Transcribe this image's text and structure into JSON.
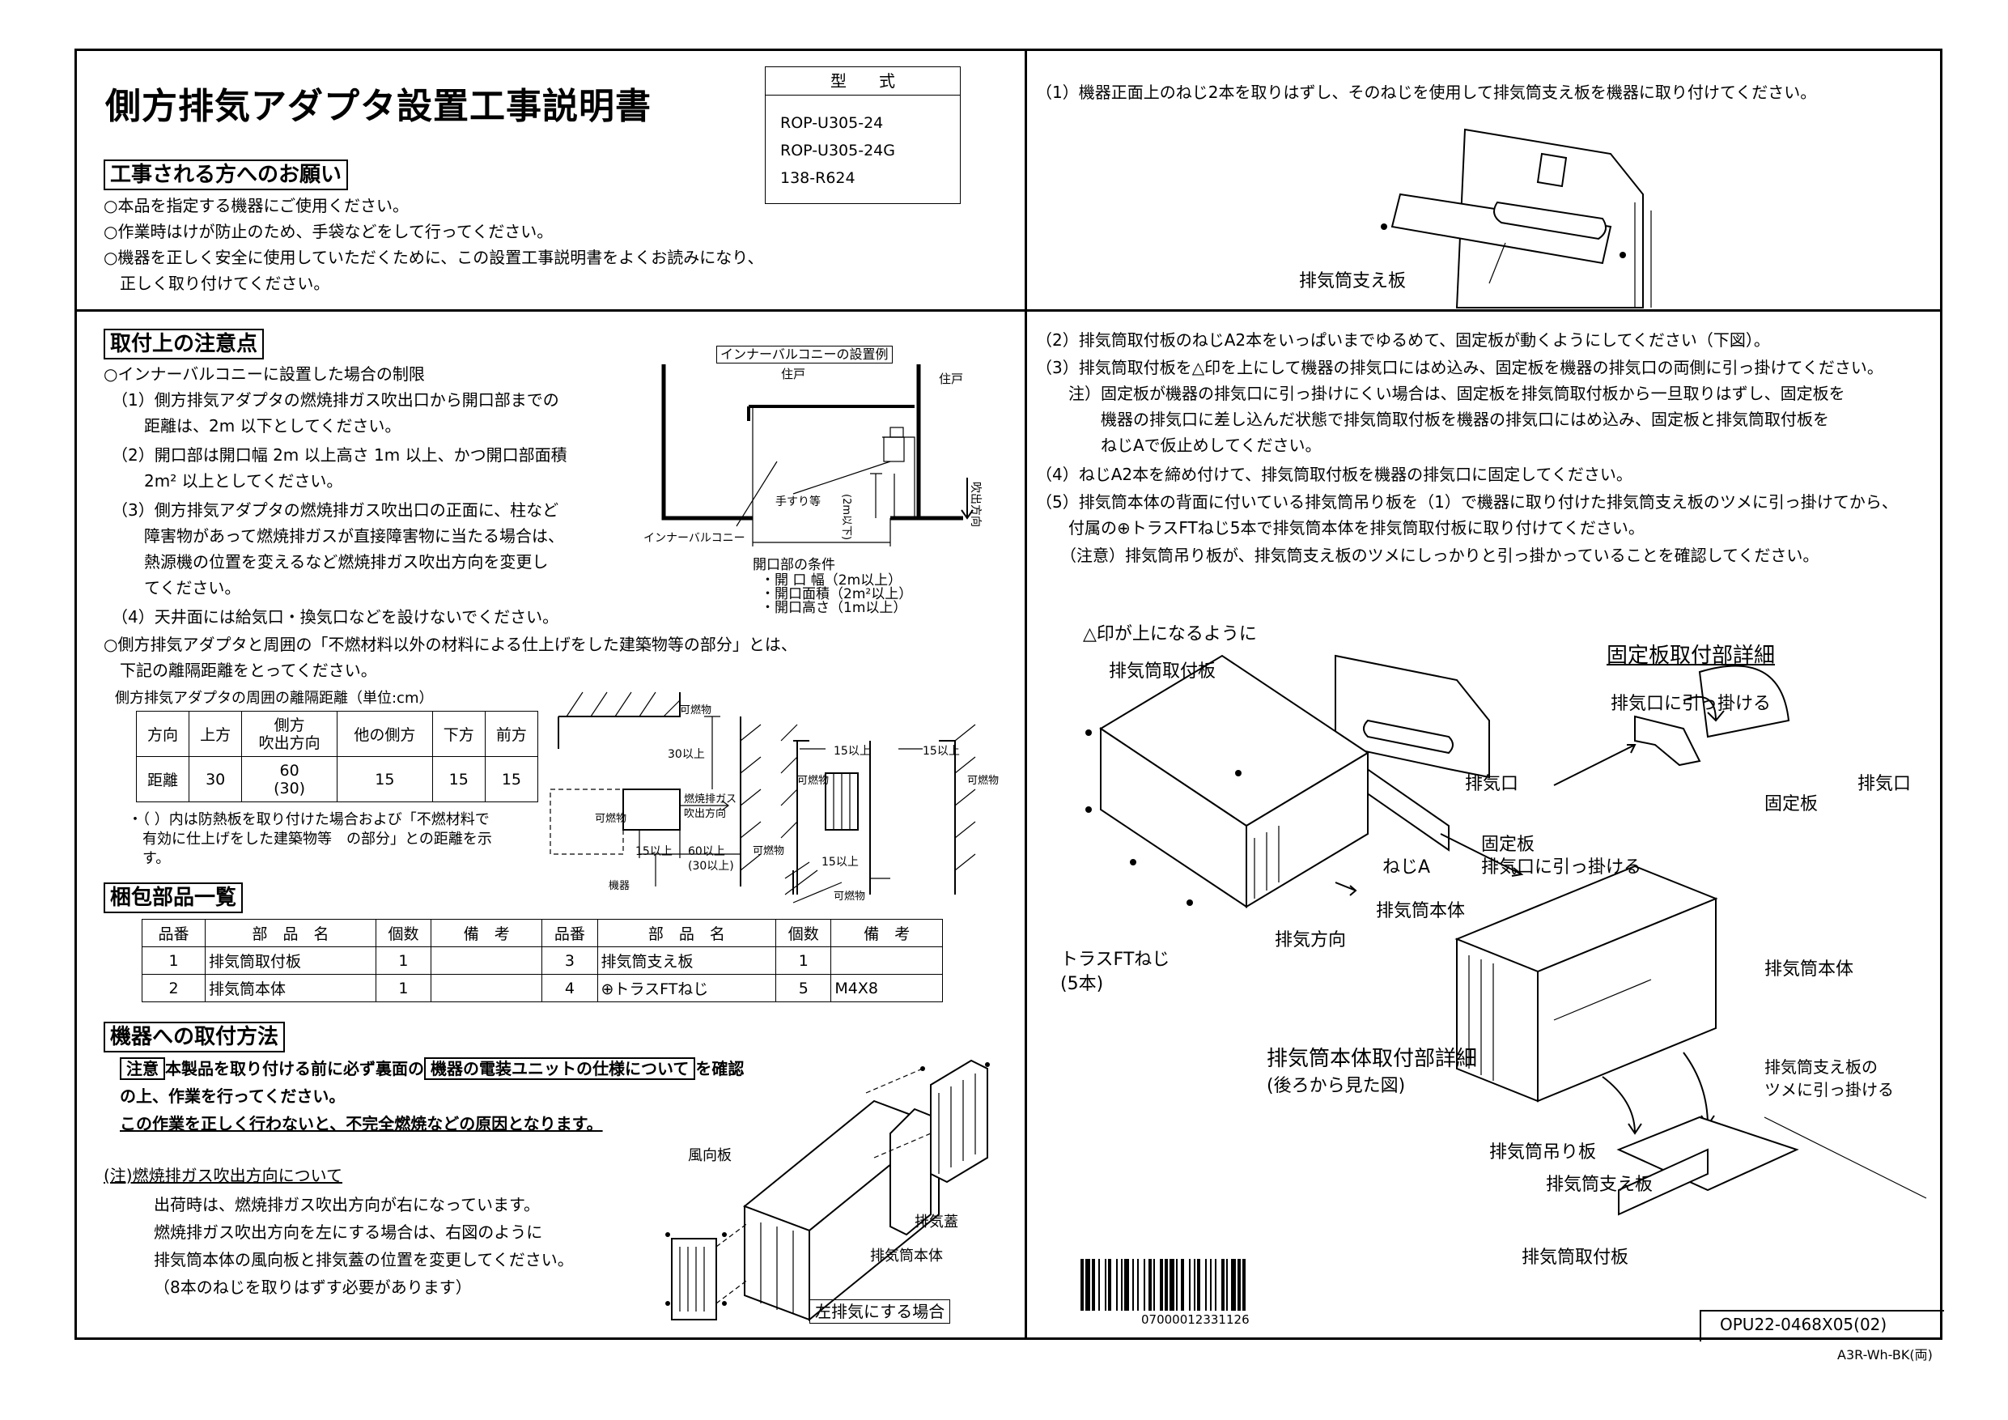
{
  "title": "側方排気アダプタ設置工事説明書",
  "model": {
    "heading": "型　　式",
    "items": [
      "ROP-U305-24",
      "ROP-U305-24G",
      "138-R624"
    ]
  },
  "request": {
    "heading": "工事される方へのお願い",
    "lines": [
      "○本品を指定する機器にご使用ください。",
      "○作業時はけが防止のため、手袋などをして行ってください。",
      "○機器を正しく安全に使用していただくために、この設置工事説明書をよくお読みになり、",
      "　正しく取り付けてください。"
    ]
  },
  "cautions": {
    "heading": "取付上の注意点",
    "lines": [
      "○インナーバルコニーに設置した場合の制限",
      "（1）側方排気アダプタの燃焼排ガス吹出口から開口部までの",
      "　　距離は、2m 以下としてください。",
      "（2）開口部は開口幅 2m 以上高さ 1m 以上、かつ開口部面積",
      "　　2m² 以上としてください。",
      "（3）側方排気アダプタの燃焼排ガス吹出口の正面に、柱など",
      "　　障害物があって燃焼排ガスが直接障害物に当たる場合は、",
      "　　熱源機の位置を変えるなど燃焼排ガス吹出方向を変更し",
      "　　てください。",
      "（4）天井面には給気口・換気口などを設けないでください。",
      "○側方排気アダプタと周囲の「不燃材料以外の材料による仕上げをした建築物等の部分」とは、",
      "　下記の離隔距離をとってください。"
    ],
    "balcony": {
      "title": "インナーバルコニーの設置例",
      "dwelling1": "住戸",
      "dwelling2": "住戸",
      "rail": "手すり等",
      "inner": "インナーバルコニー",
      "height": "(2m以下)",
      "flow": "吹出方向",
      "cond_title": "開口部の条件",
      "cond": [
        "・開 口 幅（2m以上）",
        "・開口面積（2m²以上）",
        "・開口高さ（1m以上）"
      ]
    },
    "clearance": {
      "title": "側方排気アダプタの周囲の離隔距離（単位:cm）",
      "headers": [
        "方向",
        "上方",
        "側方\n吹出方向",
        "他の側方",
        "下方",
        "前方"
      ],
      "row_label": "距離",
      "values": [
        "30",
        "60\n(30)",
        "15",
        "15",
        "15"
      ],
      "note": [
        "・（ ）内は防熱板を取り付けた場合および「不燃材料で",
        "　有効に仕上げをした建築物等　の部分」との距離を示",
        "　す。"
      ]
    },
    "diagram_labels": {
      "combustible": "可燃物",
      "above30": "30以上",
      "exhaust": "燃焼排ガス",
      "flow": "吹出方向",
      "side15": "15以上",
      "front60": "60以上",
      "front30": "(30以上)",
      "device": "機器",
      "s15a": "15以上",
      "s15b": "15以上",
      "s15c": "15以上"
    }
  },
  "parts": {
    "heading": "梱包部品一覧",
    "headers": [
      "品番",
      "部　品　名",
      "個数",
      "備　考",
      "品番",
      "部　品　名",
      "個数",
      "備　考"
    ],
    "rows": [
      [
        "1",
        "排気筒取付板",
        "1",
        "",
        "3",
        "排気筒支え板",
        "1",
        ""
      ],
      [
        "2",
        "排気筒本体",
        "1",
        "",
        "4",
        "⊕トラスFTねじ",
        "5",
        "M4X8"
      ]
    ]
  },
  "install": {
    "heading": "機器への取付方法",
    "caution_tag": "注意",
    "caution_a": "本製品を取り付ける前に必ず裏面の",
    "caution_box": "機器の電装ユニットの仕様について",
    "caution_b": "を確認",
    "caution_c": "の上、作業を行ってください。",
    "warning": "この作業を正しく行わないと、不完全燃焼などの原因となります。",
    "note_title": "(注)燃焼排ガス吹出方向について",
    "note_lines": [
      "出荷時は、燃焼排ガス吹出方向が右になっています。",
      "燃焼排ガス吹出方向を左にする場合は、右図のように",
      "排気筒本体の風向板と排気蓋の位置を変更してください。",
      "（8本のねじを取りはずす必要があります）"
    ],
    "fig_labels": {
      "vane": "風向板",
      "cap": "排気蓋",
      "body": "排気筒本体",
      "caption": "左排気にする場合"
    }
  },
  "steps": {
    "s1": "（1）機器正面上のねじ2本を取りはずし、そのねじを使用して排気筒支え板を機器に取り付けてください。",
    "s1_label": "排気筒支え板",
    "s2": "（2）排気筒取付板のねじA2本をいっぱいまでゆるめて、固定板が動くようにしてください（下図）。",
    "s3": "（3）排気筒取付板を△印を上にして機器の排気口にはめ込み、固定板を機器の排気口の両側に引っ掛けてください。",
    "s3_note": [
      "注）固定板が機器の排気口に引っ掛けにくい場合は、固定板を排気筒取付板から一旦取りはずし、固定板を",
      "　　機器の排気口に差し込んだ状態で排気筒取付板を機器の排気口にはめ込み、固定板と排気筒取付板を",
      "　　ねじAで仮止めしてください。"
    ],
    "s4": "（4）ねじA2本を締め付けて、排気筒取付板を機器の排気口に固定してください。",
    "s5": [
      "（5）排気筒本体の背面に付いている排気筒吊り板を（1）で機器に取り付けた排気筒支え板のツメに引っ掛けてから、",
      "　　付属の⊕トラスFTねじ5本で排気筒本体を排気筒取付板に取り付けてください。",
      "　（注意）排気筒吊り板が、排気筒支え板のツメにしっかりと引っ掛かっていることを確認してください。"
    ]
  },
  "right_fig": {
    "triangle": "△印が上になるように",
    "mount_plate": "排気筒取付板",
    "detail_title": "固定板取付部詳細",
    "hook_to_outlet": "排気口に引っ掛ける",
    "outlet1": "排気口",
    "fixed_plate1": "固定板",
    "outlet2": "排気口",
    "fixed_plate2": "固定板",
    "hook_outlet2": "排気口に引っ掛ける",
    "screw_a": "ねじA",
    "body": "排気筒本体",
    "truss": "トラスFTねじ",
    "truss_count": "(5本)",
    "direction": "排気方向",
    "body2": "排気筒本体",
    "detail2_title": "排気筒本体取付部詳細",
    "detail2_sub": "(後ろから見た図)",
    "hook_claw": "排気筒支え板の\nツメに引っ掛ける",
    "hanger": "排気筒吊り板",
    "support": "排気筒支え板",
    "mount_plate2": "排気筒取付板"
  },
  "barcode_number": "07000012331126",
  "doc_code": "OPU22-0468X05(02)",
  "print_code": "A3R-Wh-BK(両)"
}
